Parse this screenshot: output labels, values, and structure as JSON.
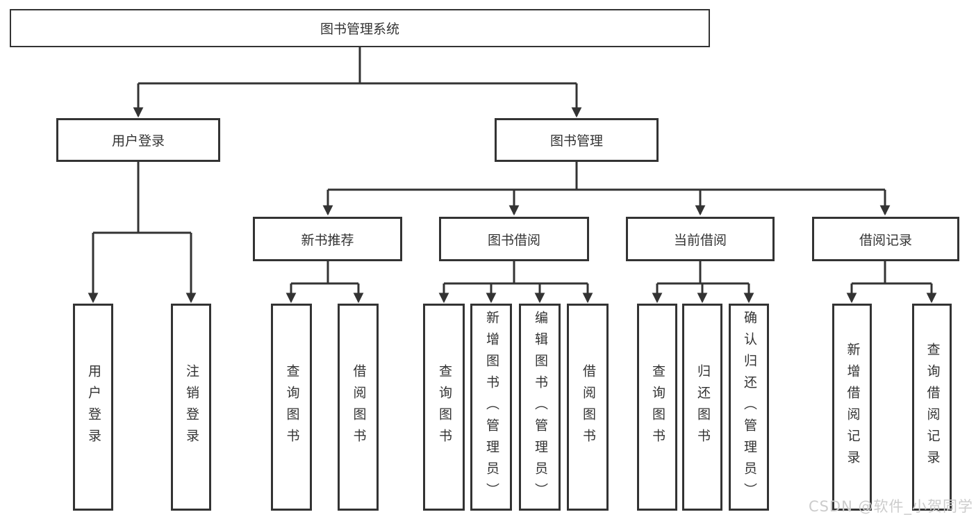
{
  "tree": {
    "label": "图书管理系统",
    "children": [
      {
        "label": "用户登录",
        "children": [
          {
            "label": "用户登录"
          },
          {
            "label": "注销登录"
          }
        ]
      },
      {
        "label": "图书管理",
        "children": [
          {
            "label": "新书推荐",
            "children": [
              {
                "label": "查询图书"
              },
              {
                "label": "借阅图书"
              }
            ]
          },
          {
            "label": "图书借阅",
            "children": [
              {
                "label": "查询图书"
              },
              {
                "label": "新增图书（管理员）"
              },
              {
                "label": "编辑图书（管理员）"
              },
              {
                "label": "借阅图书"
              }
            ]
          },
          {
            "label": "当前借阅",
            "children": [
              {
                "label": "查询图书"
              },
              {
                "label": "归还图书"
              },
              {
                "label": "确认归还（管理员）"
              }
            ]
          },
          {
            "label": "借阅记录",
            "children": [
              {
                "label": "新增借阅记录"
              },
              {
                "label": "查询借阅记录"
              }
            ]
          }
        ]
      }
    ]
  },
  "watermark": "CSDN @软件_小贺同学",
  "colors": {
    "line": "#333333",
    "text": "#333333",
    "background": "#ffffff",
    "watermark": "#cccccc"
  }
}
